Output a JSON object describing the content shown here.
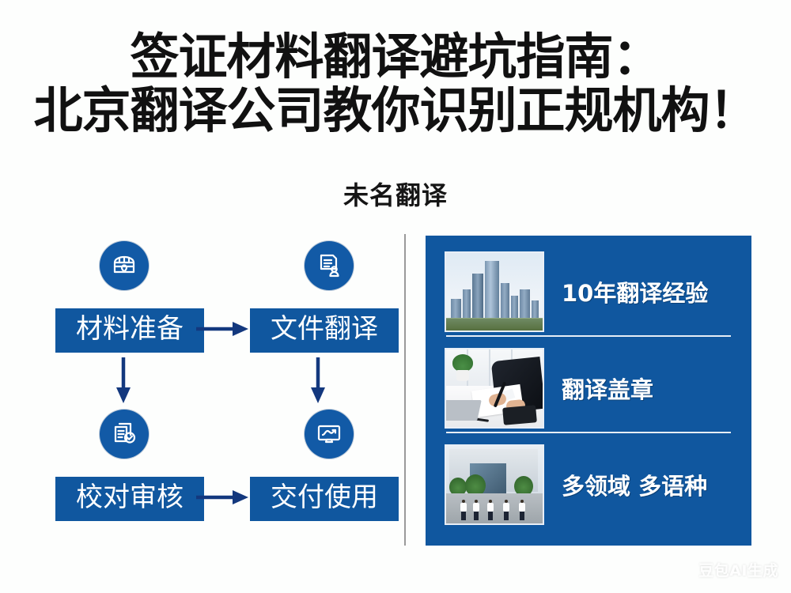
{
  "slide": {
    "background_color": "#fdfefd",
    "accent_color": "#10579f",
    "title_line_1": "签证材料翻译避坑指南：",
    "title_line_2": "北京翻译公司教你识别正规机构！",
    "subtitle": "未名翻译"
  },
  "flowchart": {
    "arrow_color": "#13387e",
    "steps": [
      {
        "label": "材料准备",
        "icon": "briefcase-icon"
      },
      {
        "label": "文件翻译",
        "icon": "document-person-icon"
      },
      {
        "label": "校对审核",
        "icon": "document-check-icon"
      },
      {
        "label": "交付使用",
        "icon": "monitor-chart-icon"
      }
    ]
  },
  "highlights": {
    "panel_color": "#10579f",
    "items": [
      {
        "label": "10年翻译经验",
        "image": "city-skyline-photo"
      },
      {
        "label": "翻译盖章",
        "image": "businessman-signing-photo"
      },
      {
        "label": "多领域 多语种",
        "image": "office-building-team-photo"
      }
    ]
  },
  "watermark": {
    "text": "豆包AI生成"
  }
}
